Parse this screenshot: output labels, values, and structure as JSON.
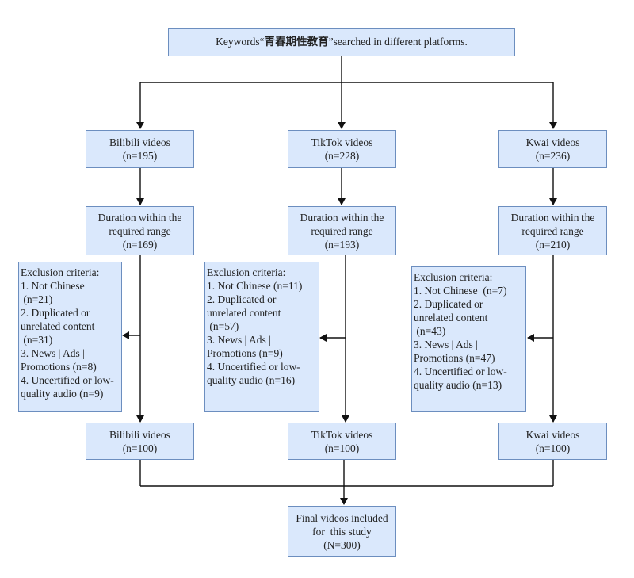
{
  "root": {
    "keyword_prefix": "Keywords“",
    "keyword": "青春期性教育",
    "keyword_suffix": "”searched in different platforms."
  },
  "platforms": [
    {
      "search": {
        "name": "Bilibili videos",
        "n": "(n=195)"
      },
      "duration": {
        "line1": "Duration within the",
        "line2": "required range",
        "n": "(n=169)"
      },
      "exclusion": [
        "Exclusion criteria:",
        "1. Not Chinese",
        " (n=21)",
        "2. Duplicated or",
        "unrelated content",
        " (n=31)",
        "3. News | Ads |",
        "Promotions (n=8)",
        "4. Uncertified or low-",
        "quality audio (n=9)"
      ],
      "final": {
        "name": "Bilibili videos",
        "n": "(n=100)"
      }
    },
    {
      "search": {
        "name": "TikTok videos",
        "n": "(n=228)"
      },
      "duration": {
        "line1": "Duration within the",
        "line2": "required range",
        "n": "(n=193)"
      },
      "exclusion": [
        "Exclusion criteria:",
        "1. Not Chinese (n=11)",
        "2. Duplicated or",
        "unrelated content",
        " (n=57)",
        "3. News | Ads |",
        "Promotions (n=9)",
        "4. Uncertified or low-",
        "quality audio (n=16)"
      ],
      "final": {
        "name": "TikTok videos",
        "n": "(n=100)"
      }
    },
    {
      "search": {
        "name": "Kwai videos",
        "n": "(n=236)"
      },
      "duration": {
        "line1": "Duration within the",
        "line2": "required range",
        "n": "(n=210)"
      },
      "exclusion": [
        "Exclusion criteria:",
        "1. Not Chinese  (n=7)",
        "2. Duplicated or",
        "unrelated content",
        " (n=43)",
        "3. News | Ads |",
        "Promotions (n=47)",
        "4. Uncertified or low-",
        "quality audio (n=13)"
      ],
      "final": {
        "name": "Kwai videos",
        "n": "(n=100)"
      }
    }
  ],
  "final_total": {
    "line1": "Final videos included",
    "line2": "for  this study",
    "n": "(N=300)"
  },
  "colors": {
    "box_fill": "#dae8fc",
    "box_border": "#6c8ebf",
    "line": "#111111"
  }
}
